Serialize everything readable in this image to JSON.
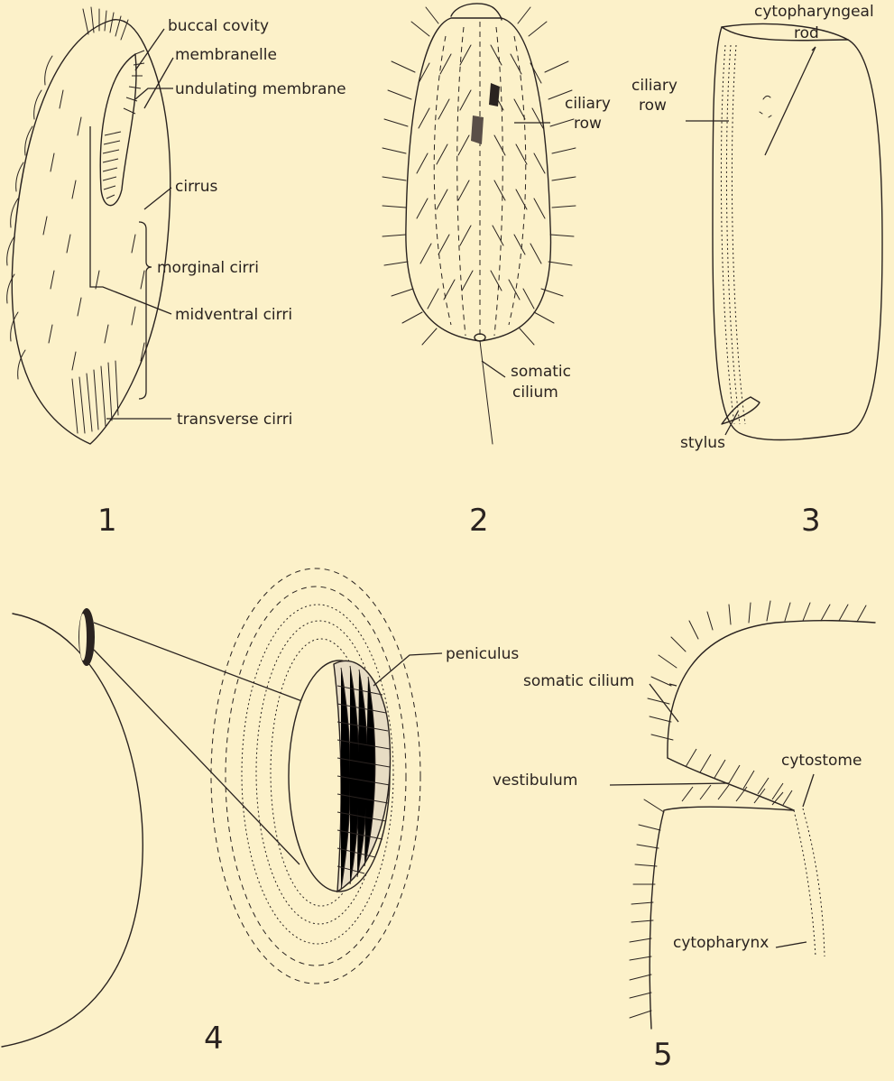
{
  "panels": [
    {
      "number": "1",
      "labels": {
        "buccal_cavity": "buccal covity",
        "membranelle": "membranelle",
        "undulating_membrane": "undulating membrane",
        "cirrus": "cirrus",
        "marginal_cirri": "morginal cirri",
        "midventral_cirri": "midventral cirri",
        "transverse_cirri": "transverse cirri"
      }
    },
    {
      "number": "2",
      "labels": {
        "ciliary_row_1": "ciliary",
        "ciliary_row_2": "row",
        "somatic_cilium_1": "somatic",
        "somatic_cilium_2": "cilium"
      }
    },
    {
      "number": "3",
      "labels": {
        "cytopharyngeal_rod_1": "cytopharyngeal",
        "cytopharyngeal_rod_2": "rod",
        "stylus": "stylus"
      }
    },
    {
      "number": "4",
      "labels": {
        "peniculus": "peniculus"
      }
    },
    {
      "number": "5",
      "labels": {
        "somatic_cilium": "somatic cilium",
        "vestibulum": "vestibulum",
        "cytostome": "cytostome",
        "cytopharynx": "cytopharynx"
      }
    }
  ]
}
